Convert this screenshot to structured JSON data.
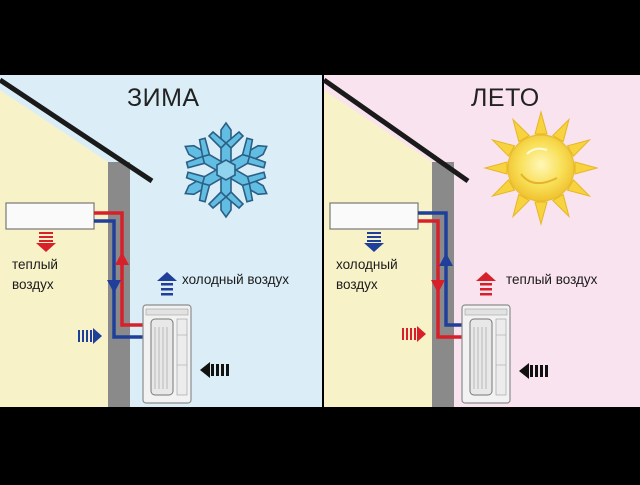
{
  "panels": [
    {
      "season": "ЗИМА",
      "indoor_label_line1": "теплый",
      "indoor_label_line2": "воздух",
      "outdoor_label": "холодный воздух",
      "icon": "snowflake-icon"
    },
    {
      "season": "ЛЕТО",
      "indoor_label_line1": "холодный",
      "indoor_label_line2": "воздух",
      "outdoor_label": "теплый воздух",
      "icon": "sun-icon"
    }
  ],
  "colors": {
    "winter_sky": "#dbeef8",
    "summer_sky": "#f9e3ee",
    "interior": "#f7f2c8",
    "wall": "#8a8a8a",
    "warm": "#d8202a",
    "cold": "#1f3f9a",
    "snow": "#5fb8dc",
    "sun": "#f5d640"
  }
}
